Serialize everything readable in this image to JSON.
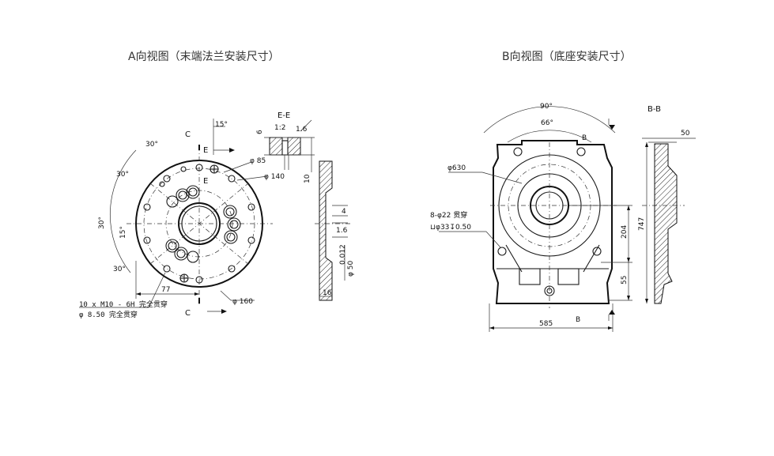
{
  "view_a": {
    "title": "A向视图（末端法兰安装尺寸）",
    "section_marker": "C",
    "section_label": "E",
    "section_title": "E-E",
    "section_scale": "1:2",
    "angles": [
      "15°",
      "30°",
      "30°",
      "30°",
      "15°",
      "30°"
    ],
    "dims": {
      "d85": "φ 85",
      "d140": "φ 140",
      "d160": "φ 160",
      "r77": "77",
      "v6": "6",
      "v16top": "1.6",
      "v4": "4",
      "v16mid": "1.6",
      "v16bot": "16",
      "v10": "10",
      "bore": "φ 50",
      "bore_tol": "0.012"
    },
    "thread_note_1": "10 x M10 - 6H 完全贯穿",
    "thread_note_2": "φ 8.50 完全贯穿"
  },
  "view_b": {
    "title": "B向视图（底座安装尺寸）",
    "angle_outer": "90°",
    "angle_inner": "66°",
    "marker": "B",
    "section_title": "B-B",
    "dims": {
      "d630": "φ630",
      "holes": "8-φ22  贯穿",
      "counterbore": "⊔φ33↧0.50",
      "w585": "585",
      "h204": "204",
      "h55": "55",
      "h747": "747",
      "t50": "50"
    }
  }
}
